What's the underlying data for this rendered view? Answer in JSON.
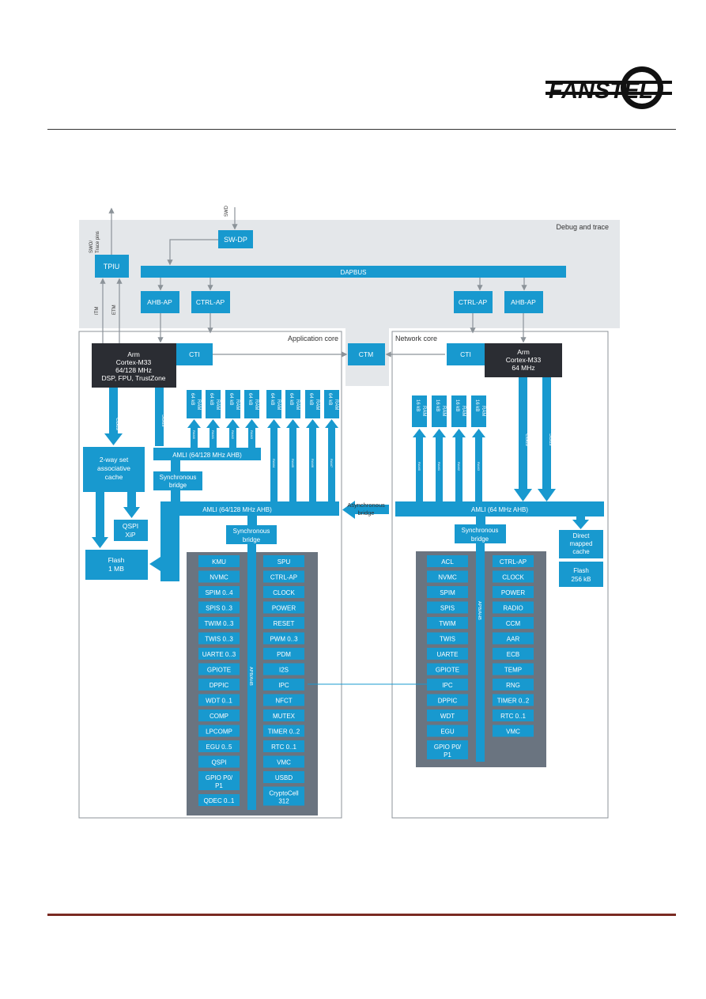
{
  "header": {
    "brand": "FANSTEL"
  },
  "diagram": {
    "debug_region": "Debug and trace",
    "app_core_label": "Application core",
    "net_core_label": "Network core",
    "swd": "SWD",
    "sw_dp": "SW-DP",
    "swo": "SWO/",
    "trace_pins": "Trace pins",
    "tpiu": "TPIU",
    "dapbus": "DAPBUS",
    "itm": "ITM",
    "etm": "ETM",
    "app": {
      "ahb_ap": "AHB-AP",
      "ctrl_ap": "CTRL-AP",
      "cpu_lines": [
        "Arm",
        "Cortex-M33",
        "64/128 MHz",
        "DSP, FPU, TrustZone"
      ],
      "cti": "CTI",
      "cbus": "CBus",
      "sbus": "SBus",
      "ram_label": "RAM",
      "ram_size": "64 kB",
      "ram_ports": [
        "RAM0",
        "RAM1",
        "RAM2",
        "RAM3",
        "RAM4",
        "RAM5",
        "RAM6",
        "RAM7"
      ],
      "cache_lines": [
        "2-way set",
        "associative",
        "cache"
      ],
      "qspi_xip": [
        "QSPI",
        "XiP"
      ],
      "flash": [
        "Flash",
        "1 MB"
      ],
      "amli_top": "AMLI (64/128 MHz AHB)",
      "sync_bridge_top": [
        "Synchronous",
        "bridge"
      ],
      "amli_main": "AMLI (64/128 MHz AHB)",
      "sync_bridge": [
        "Synchronous",
        "bridge"
      ],
      "apb_label": "APB/AHB",
      "periph_left": [
        "KMU",
        "NVMC",
        "SPIM 0..4",
        "SPIS 0..3",
        "TWIM 0..3",
        "TWIS 0..3",
        "UARTE 0..3",
        "GPIOTE",
        "DPPIC",
        "WDT 0..1",
        "COMP",
        "LPCOMP",
        "EGU 0..5",
        "QSPI",
        "GPIO P0/|P1",
        "QDEC 0..1"
      ],
      "periph_right": [
        "SPU",
        "CTRL-AP",
        "CLOCK",
        "POWER",
        "RESET",
        "PWM 0..3",
        "PDM",
        "I2S",
        "IPC",
        "NFCT",
        "MUTEX",
        "TIMER 0..2",
        "RTC 0..1",
        "VMC",
        "USBD",
        "CryptoCell|312"
      ]
    },
    "ctm": "CTM",
    "async_bridge": [
      "Asynchronous",
      "bridge"
    ],
    "net": {
      "ctrl_ap": "CTRL-AP",
      "ahb_ap": "AHB-AP",
      "cti": "CTI",
      "cpu_lines": [
        "Arm",
        "Cortex-M33",
        "64 MHz"
      ],
      "ram_size": "16 kB",
      "ram_label": "RAM",
      "ram_ports": [
        "RAM0",
        "RAM1",
        "RAM2",
        "RAM3"
      ],
      "cbus": "CBus",
      "sbus": "SBus",
      "amli": "AMLI (64 MHz AHB)",
      "sync_bridge": [
        "Synchronous",
        "bridge"
      ],
      "cache": [
        "Direct",
        "mapped",
        "cache"
      ],
      "flash": [
        "Flash",
        "256 kB"
      ],
      "apb_label": "APB/AHB",
      "periph_left": [
        "ACL",
        "NVMC",
        "SPIM",
        "SPIS",
        "TWIM",
        "TWIS",
        "UARTE",
        "GPIOTE",
        "IPC",
        "DPPIC",
        "WDT",
        "EGU",
        "GPIO P0/|P1"
      ],
      "periph_right": [
        "CTRL-AP",
        "CLOCK",
        "POWER",
        "RADIO",
        "CCM",
        "AAR",
        "ECB",
        "TEMP",
        "RNG",
        "TIMER 0..2",
        "RTC 0..1",
        "VMC"
      ]
    }
  },
  "colors": {
    "blue": "#1899cf",
    "dark": "#2b2d33",
    "grey": "#e4e7ea",
    "panel": "#6a7480",
    "line": "#8c9399"
  }
}
